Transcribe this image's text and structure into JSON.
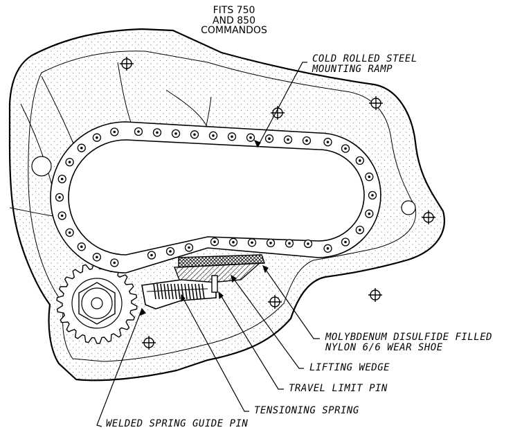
{
  "header": {
    "lines": [
      "FITS 750",
      "AND 850",
      "COMMANDOS"
    ]
  },
  "callouts": {
    "mounting_ramp": [
      "COLD ROLLED STEEL",
      "MOUNTING RAMP"
    ],
    "wear_shoe": [
      "MOLYBDENUM DISULFIDE FILLED",
      "NYLON 6/6 WEAR SHOE"
    ],
    "lifting_wedge": "LIFTING WEDGE",
    "travel_limit_pin": "TRAVEL LIMIT PIN",
    "tensioning_spring": "TENSIONING SPRING",
    "spring_guide_pin": "WELDED SPRING GUIDE PIN"
  }
}
